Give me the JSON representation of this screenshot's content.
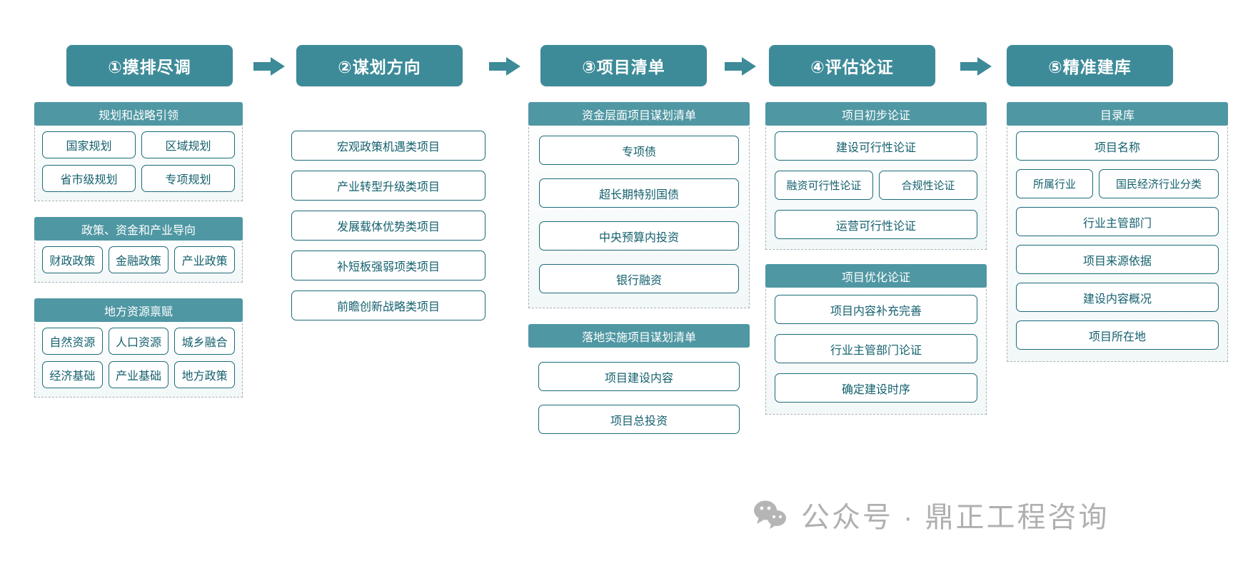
{
  "colors": {
    "step_pill": "#3d8b99",
    "group_title": "#4f97a3",
    "card_border": "#1c6b78",
    "card_text": "#14606e",
    "dash_border": "#a9b3b8",
    "watermark": "#b0b0b0"
  },
  "arrows": [
    {
      "name": "arrow-step1-step2"
    },
    {
      "name": "arrow-step2-step3"
    },
    {
      "name": "arrow-step3-step4"
    },
    {
      "name": "arrow-step4-step5"
    }
  ],
  "columns": [
    {
      "step_label": "①摸排尽调",
      "groups": [
        {
          "title": "规划和战略引领",
          "rows": [
            [
              "国家规划",
              "区域规划"
            ],
            [
              "省市级规划",
              "专项规划"
            ]
          ]
        },
        {
          "title": "政策、资金和产业导向",
          "rows": [
            [
              "财政政策",
              "金融政策",
              "产业政策"
            ]
          ]
        },
        {
          "title": "地方资源禀赋",
          "rows": [
            [
              "自然资源",
              "人口资源",
              "城乡融合"
            ],
            [
              "经济基础",
              "产业基础",
              "地方政策"
            ]
          ]
        }
      ]
    },
    {
      "step_label": "②谋划方向",
      "groups": [
        {
          "title": "",
          "rows": [
            [
              "宏观政策机遇类项目"
            ],
            [
              "产业转型升级类项目"
            ],
            [
              "发展载体优势类项目"
            ],
            [
              "补短板强弱项类项目"
            ],
            [
              "前瞻创新战略类项目"
            ]
          ]
        }
      ]
    },
    {
      "step_label": "③项目清单",
      "groups": [
        {
          "title": "资金层面项目谋划清单",
          "rows": [
            [
              "专项债"
            ],
            [
              "超长期特别国债"
            ],
            [
              "中央预算内投资"
            ],
            [
              "银行融资"
            ]
          ]
        },
        {
          "title": "落地实施项目谋划清单",
          "rows": [
            [
              "项目建设内容"
            ],
            [
              "项目总投资"
            ]
          ]
        }
      ]
    },
    {
      "step_label": "④评估论证",
      "groups": [
        {
          "title": "项目初步论证",
          "rows": [
            [
              "建设可行性论证"
            ],
            [
              "融资可行性论证",
              "合规性论证"
            ],
            [
              "运营可行性论证"
            ]
          ]
        },
        {
          "title": "项目优化论证",
          "rows": [
            [
              "项目内容补充完善"
            ],
            [
              "行业主管部门论证"
            ],
            [
              "确定建设时序"
            ]
          ]
        }
      ]
    },
    {
      "step_label": "⑤精准建库",
      "groups": [
        {
          "title": "目录库",
          "rows": [
            [
              "项目名称"
            ],
            [
              "所属行业",
              "国民经济行业分类"
            ],
            [
              "行业主管部门"
            ],
            [
              "项目来源依据"
            ],
            [
              "建设内容概况"
            ],
            [
              "项目所在地"
            ]
          ]
        }
      ]
    }
  ],
  "watermark": {
    "icon": "wechat-icon",
    "text": "公众号 · 鼎正工程咨询"
  }
}
